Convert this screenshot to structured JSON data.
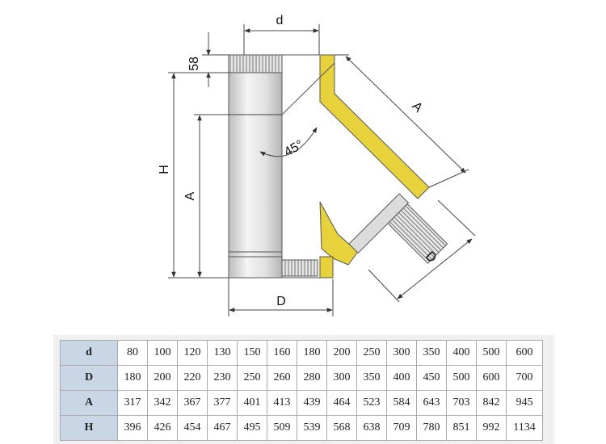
{
  "labels": {
    "d": "d",
    "dim58": "58",
    "H": "H",
    "A_left": "A",
    "angle": "45°",
    "A_diag": "A",
    "D_diag": "D",
    "D_bottom": "D"
  },
  "table": {
    "rows": [
      {
        "key": "d",
        "values": [
          "80",
          "100",
          "120",
          "130",
          "150",
          "160",
          "180",
          "200",
          "250",
          "300",
          "350",
          "400",
          "500",
          "600"
        ]
      },
      {
        "key": "D",
        "values": [
          "180",
          "200",
          "220",
          "230",
          "250",
          "260",
          "280",
          "300",
          "350",
          "400",
          "450",
          "500",
          "600",
          "700"
        ]
      },
      {
        "key": "A",
        "values": [
          "317",
          "342",
          "367",
          "377",
          "401",
          "413",
          "439",
          "464",
          "523",
          "584",
          "643",
          "703",
          "842",
          "945"
        ]
      },
      {
        "key": "H",
        "values": [
          "396",
          "426",
          "454",
          "467",
          "495",
          "509",
          "539",
          "568",
          "638",
          "709",
          "780",
          "851",
          "992",
          "1134"
        ]
      }
    ]
  },
  "colors": {
    "insulation": "#e8d23c",
    "steel": "#dcdcdc",
    "header": "#c8d6e6"
  }
}
